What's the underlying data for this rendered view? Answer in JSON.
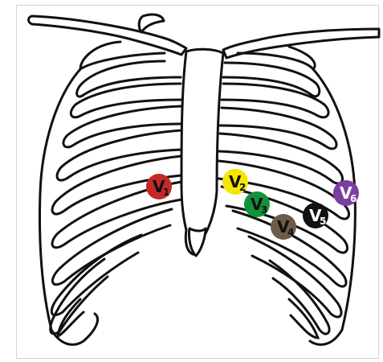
{
  "electrodes": [
    {
      "id": "V1",
      "letter": "V",
      "num": "1",
      "color": "#c62828",
      "text": "dark"
    },
    {
      "id": "V2",
      "letter": "V",
      "num": "2",
      "color": "#f5e600",
      "text": "dark"
    },
    {
      "id": "V3",
      "letter": "V",
      "num": "3",
      "color": "#12923a",
      "text": "dark"
    },
    {
      "id": "V4",
      "letter": "V",
      "num": "4",
      "color": "#6e5a49",
      "text": "dark"
    },
    {
      "id": "V5",
      "letter": "V",
      "num": "5",
      "color": "#111111",
      "text": "light"
    },
    {
      "id": "V6",
      "letter": "V",
      "num": "6",
      "color": "#7b3fa0",
      "text": "light"
    }
  ]
}
